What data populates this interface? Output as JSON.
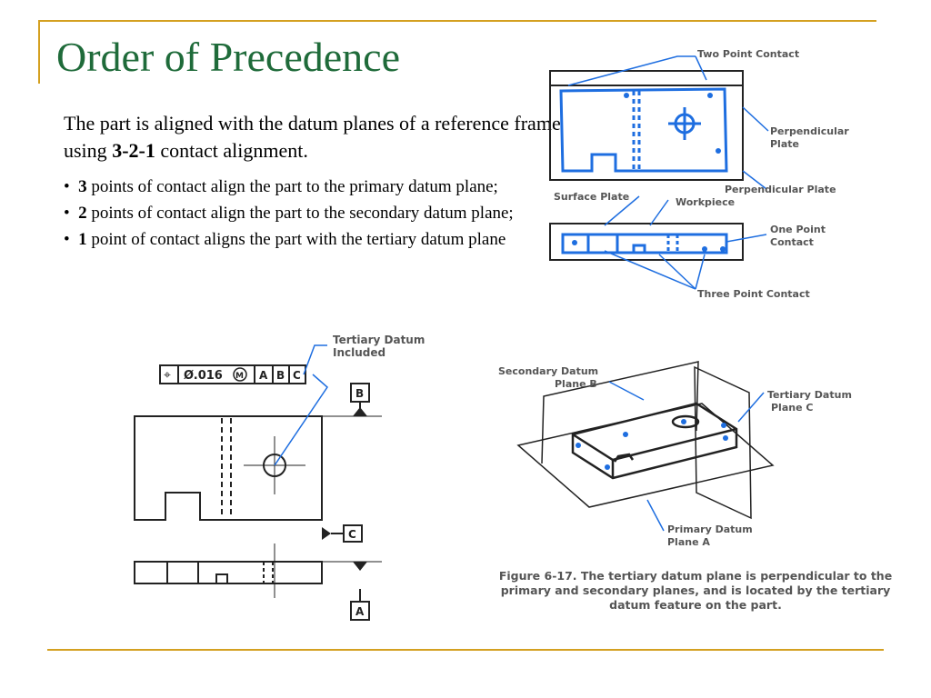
{
  "slide": {
    "title": "Order of Precedence",
    "intro_pre": "The part is aligned with the datum planes of a reference frame using ",
    "intro_bold": "3-2-1",
    "intro_post": " contact alignment.",
    "bullets": [
      {
        "marker": "•",
        "num": "3",
        "text": " points of contact align the part to the primary datum plane;"
      },
      {
        "marker": "•",
        "num": "2",
        "text": " points of contact align the part to the secondary datum plane;"
      },
      {
        "marker": "•",
        "num": "1",
        "text": " point of contact aligns the part with the tertiary datum plane"
      }
    ]
  },
  "fig_top": {
    "two_point_contact": "Two Point Contact",
    "perpendicular_plate_1": "Perpendicular",
    "perpendicular_plate_2": "Plate",
    "perpendicular_plate_long": "Perpendicular Plate",
    "surface_plate": "Surface Plate",
    "workpiece": "Workpiece",
    "one_point_1": "One Point",
    "one_point_2": "Contact",
    "three_point_contact": "Three Point Contact"
  },
  "fig_left": {
    "tertiary_datum_1": "Tertiary Datum",
    "tertiary_datum_2": "Included",
    "fcf_symbol": "⌖",
    "fcf_tolerance": "Ø.016",
    "fcf_mmc": "M",
    "fcf_datums": [
      "A",
      "B",
      "C"
    ],
    "datum_b": "B",
    "datum_c": "C",
    "datum_a": "A"
  },
  "fig_right": {
    "secondary_1": "Secondary Datum",
    "secondary_2": "Plane B",
    "tertiary_1": "Tertiary Datum",
    "tertiary_2": "Plane C",
    "primary_1": "Primary Datum",
    "primary_2": "Plane A"
  },
  "caption": {
    "line1": "Figure 6-17. The tertiary datum plane is perpendicular to the",
    "line2": "primary and secondary planes, and is located by the tertiary",
    "line3": "datum feature on the part."
  },
  "colors": {
    "title": "#1f6b3a",
    "accent_rule": "#d4a020",
    "contact_blue": "#1e6ee0",
    "figure_label": "#555555"
  }
}
